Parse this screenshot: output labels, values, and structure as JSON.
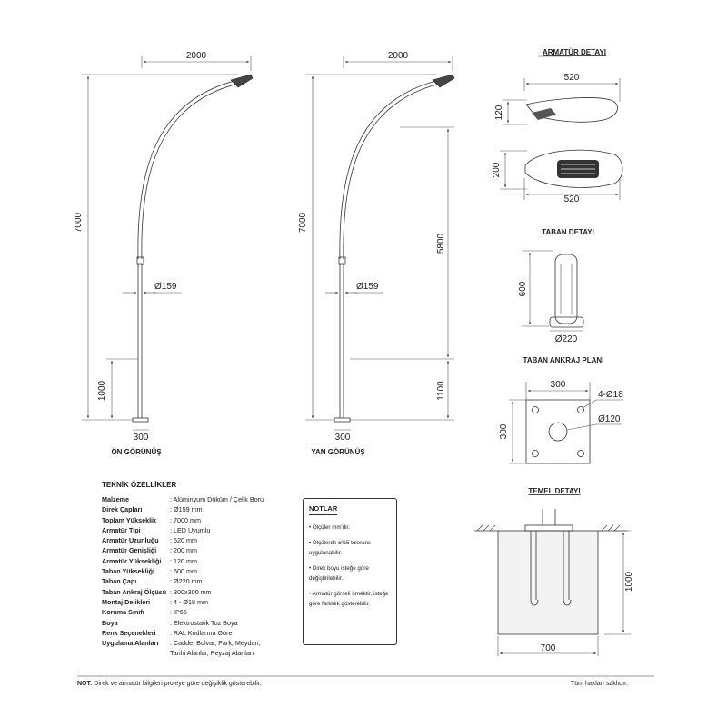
{
  "views": {
    "front": {
      "label": "ÖN GÖRÜNÜŞ",
      "arm_length": "2000",
      "total_height": "7000",
      "pole_diameter": "Ø159",
      "base_height": "1000",
      "base_width": "300"
    },
    "side": {
      "label": "YAN GÖRÜNÜŞ",
      "arm_length": "2000",
      "total_height": "7000",
      "upper_height": "5800",
      "pole_diameter": "Ø159",
      "base_height": "1100",
      "base_width": "300"
    }
  },
  "luminaire": {
    "title": "ARMATÜR DETAYI",
    "width_top": "520",
    "height": "120",
    "depth": "200",
    "width_bottom": "520"
  },
  "base": {
    "title": "TABAN DETAYI",
    "height": "600",
    "diameter": "Ø220"
  },
  "anchor": {
    "title": "TABAN ANKRAJ PLANI",
    "width": "300",
    "height": "300",
    "holes": "4-Ø18",
    "center": "Ø120"
  },
  "foundation": {
    "title": "TEMEL DETAYI",
    "depth": "1000",
    "width": "700"
  },
  "specs": {
    "title": "TEKNİK ÖZELLİKLER",
    "rows": [
      {
        "k": "Malzeme",
        "v": ": Alüminyum Döküm / Çelik Boru"
      },
      {
        "k": "Direk Çapları",
        "v": ": Ø159 mm"
      },
      {
        "k": "Toplam Yükseklik",
        "v": ": 7000 mm"
      },
      {
        "k": "Armatür Tipi",
        "v": ": LED Uyumlu"
      },
      {
        "k": "Armatür Uzunluğu",
        "v": ": 520 mm"
      },
      {
        "k": "Armatür Genişliği",
        "v": ": 200 mm"
      },
      {
        "k": "Armatür Yüksekliği",
        "v": ": 120 mm"
      },
      {
        "k": "Taban Yüksekliği",
        "v": ": 600 mm"
      },
      {
        "k": "Taban Çapı",
        "v": ": Ø220 mm"
      },
      {
        "k": "Taban Ankraj Ölçüsü",
        "v": ": 300x300 mm"
      },
      {
        "k": "Montaj Delikleri",
        "v": ": 4 - Ø18 mm"
      },
      {
        "k": "Koruma Sınıfı",
        "v": ": IP65"
      },
      {
        "k": "Boya",
        "v": ": Elektrostatik Toz Boya"
      },
      {
        "k": "Renk Seçenekleri",
        "v": ": RAL Kodlarına Göre"
      },
      {
        "k": "Uygulama Alanları",
        "v": ": Cadde, Bulvar, Park, Meydan,"
      },
      {
        "k": "",
        "v": "  Tarihi Alanlar, Peyzaj Alanları"
      }
    ]
  },
  "notes": {
    "title": "NOTLAR",
    "items": [
      "• Ölçüler mm'dir.",
      "• Ölçülerde ±%5 tolerans uygulanabilir.",
      "• Direk boyu isteğe göre değiştirilebilir.",
      "• Armatür görseli örnektir, isteğe göre farklılık gösterebilir."
    ]
  },
  "footer": {
    "note_prefix": "NOT:",
    "note": " Direk ve armatür bilgileri projeye göre değişiklik gösterebilir.",
    "rights": "Tüm hakları saklıdır."
  }
}
